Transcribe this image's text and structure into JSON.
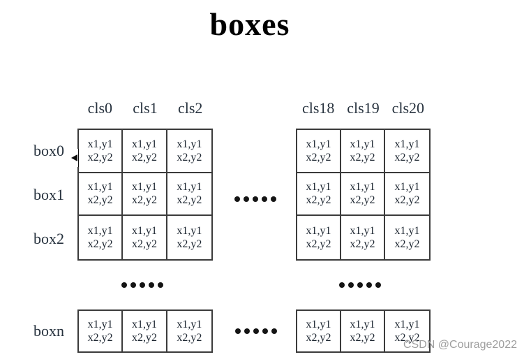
{
  "title": "boxes",
  "left_table": {
    "headers": [
      "cls0",
      "cls1",
      "cls2"
    ]
  },
  "right_table": {
    "headers": [
      "cls18",
      "cls19",
      "cls20"
    ]
  },
  "row_labels": [
    "box0",
    "box1",
    "box2"
  ],
  "bottom_row_label": "boxn",
  "cell": {
    "line1": "x1,y1",
    "line2": "x2,y2"
  },
  "watermark": "CSDN @Courage2022",
  "colors": {
    "title": "#000000",
    "text_dark": "#1c2530",
    "header_text": "#27323e",
    "border": "#3b3b3b",
    "watermark": "#9e9e9e",
    "background": "#ffffff"
  }
}
